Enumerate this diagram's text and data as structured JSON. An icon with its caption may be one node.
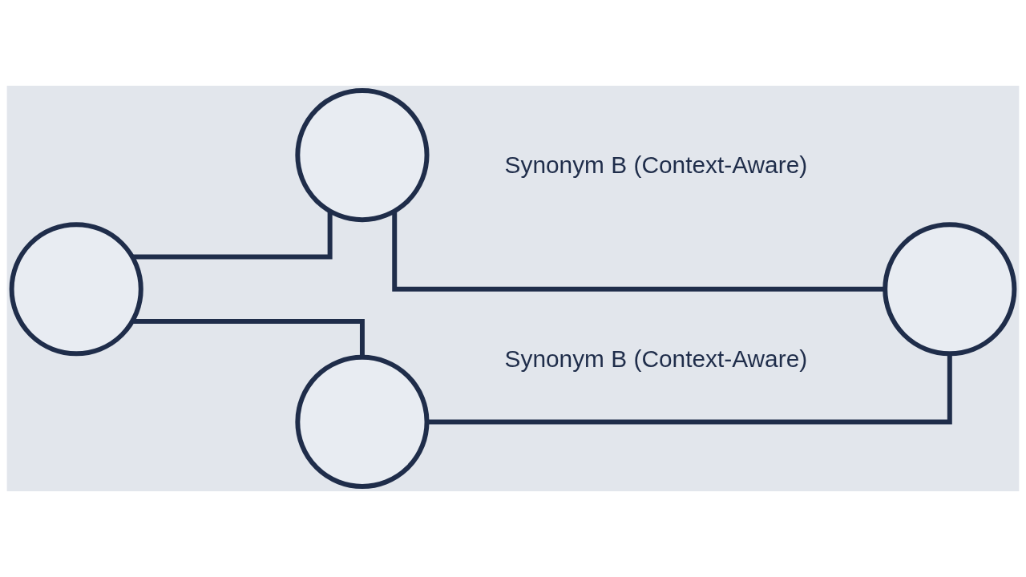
{
  "diagram": {
    "nodes": [
      {
        "text": [],
        "shape": "circle"
      },
      {
        "text": [],
        "shape": "circle"
      },
      {
        "text": [],
        "shape": "circle"
      },
      {
        "text": [],
        "shape": "circle"
      }
    ],
    "edges": [
      {
        "from": 0,
        "to": 1,
        "arrow": "none"
      },
      {
        "from": 1,
        "to": 3,
        "arrow": "none",
        "label": "Synonym B (Context-Aware)"
      },
      {
        "from": 0,
        "to": 2,
        "arrow": "none"
      },
      {
        "from": 2,
        "to": 3,
        "arrow": "none",
        "label": "Synonym B (Context-Aware)"
      }
    ]
  }
}
